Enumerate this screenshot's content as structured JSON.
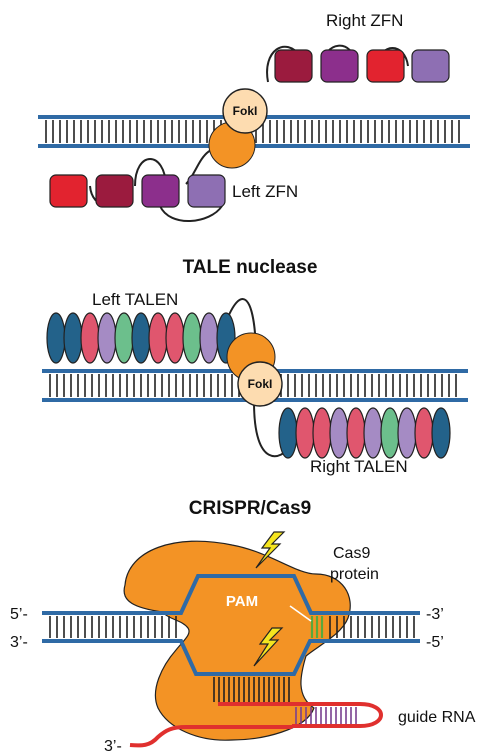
{
  "zfn": {
    "right_label": "Right ZFN",
    "left_label": "Left ZFN",
    "foki_label": "FokI"
  },
  "talen": {
    "title": "TALE nuclease",
    "left_label": "Left TALEN",
    "right_label": "Right TALEN",
    "foki_label": "FokI"
  },
  "crispr": {
    "title": "CRISPR/Cas9",
    "protein_label_line1": "Cas9",
    "protein_label_line2": "protein",
    "pam_label": "PAM",
    "guide_label": "guide RNA",
    "top_left_end": "5’-",
    "bottom_left_end": "3’-",
    "top_right_end": "-3’",
    "bottom_right_end": "-5’",
    "rna_end": "3’-"
  },
  "colors": {
    "dna": "#2f6aa5",
    "foki": "#f39325",
    "foki_light": "#fddcb0",
    "zfn_red": "#e2232f",
    "zfn_maroon": "#9b1b3e",
    "zfn_purple": "#8c2f8c",
    "zfn_lavender": "#8e6fb3",
    "tal_teal": "#23628a",
    "tal_pink": "#e0566e",
    "tal_green": "#6cbf8c",
    "tal_violet": "#a58bc4",
    "rna_red": "#e0302e",
    "rna_purple": "#7a3f8f",
    "pam_green": "#5aa83c",
    "bolt": "#f5e51f"
  }
}
